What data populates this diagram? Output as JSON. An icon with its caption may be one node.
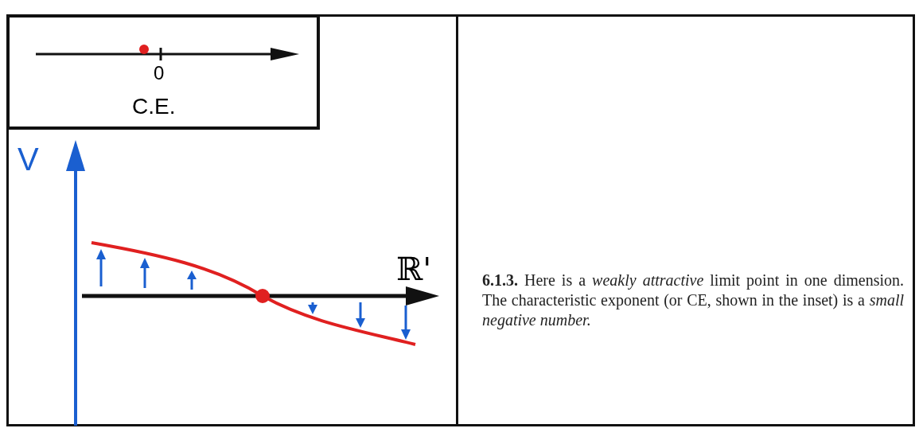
{
  "diagram": {
    "caption": "**6.1.3.** Here is a *weakly attractive* limit point in one dimension. The characteristic exponent (or CE, shown in the inset) is a *small negative number.*",
    "labels": [
      "0",
      "C.E.",
      "V",
      "ℝ'"
    ]
  }
}
